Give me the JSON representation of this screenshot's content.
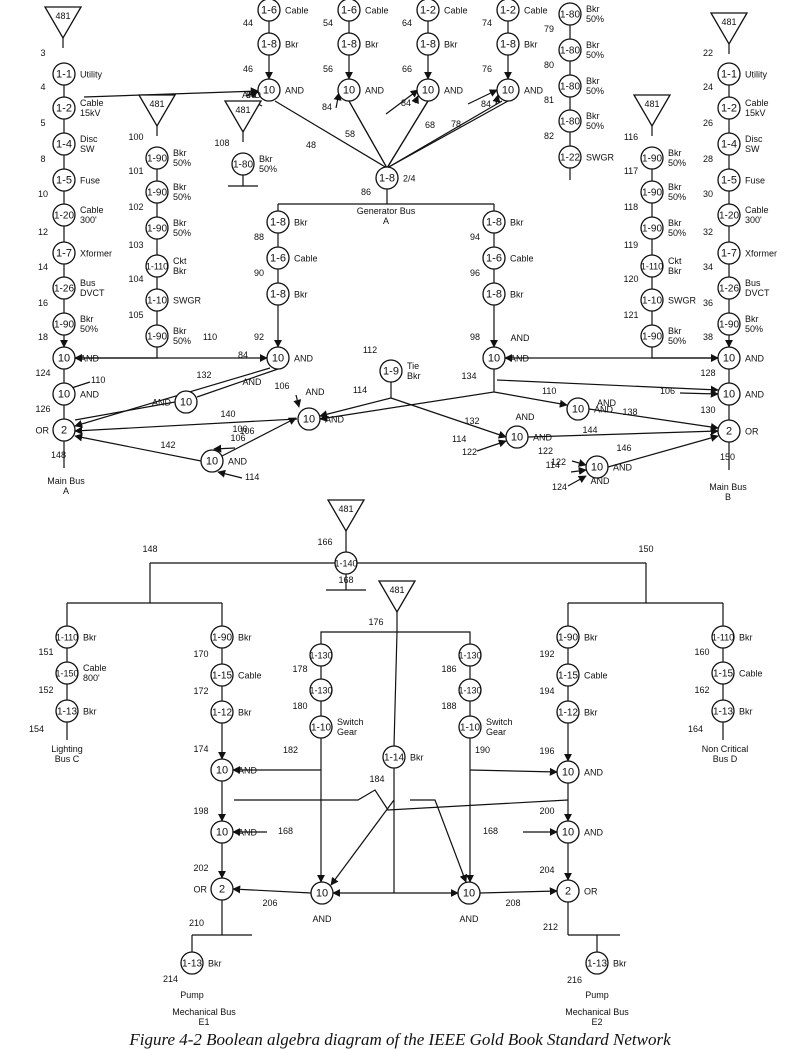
{
  "caption": "Figure 4-2   Boolean algebra diagram of the IEEE Gold Book Standard Network",
  "sources": [
    "481",
    "481",
    "481",
    "481",
    "481",
    "481",
    "481"
  ],
  "nodes": [
    {
      "id": "a1",
      "code": "1-1",
      "label": "Utility",
      "num": "3"
    },
    {
      "id": "a2",
      "code": "1-2",
      "label": "Cable\n15kV",
      "num": "4"
    },
    {
      "id": "a3",
      "code": "1-4",
      "label": "Disc\nSW",
      "num": "5"
    },
    {
      "id": "a4",
      "code": "1-5",
      "label": "Fuse",
      "num": "8"
    },
    {
      "id": "a5",
      "code": "1-20",
      "label": "Cable\n300'",
      "num": "10"
    },
    {
      "id": "a6",
      "code": "1-7",
      "label": "Xformer",
      "num": "12"
    },
    {
      "id": "a7",
      "code": "1-26",
      "label": "Bus\nDVCT",
      "num": "14"
    },
    {
      "id": "a8",
      "code": "1-90",
      "label": "Bkr\n50%",
      "num": "16"
    },
    {
      "id": "a9",
      "code": "10",
      "label": "AND",
      "num": "18"
    },
    {
      "id": "a10",
      "code": "10",
      "label": "AND",
      "num": "124"
    },
    {
      "id": "a11",
      "code": "2",
      "label": "OR",
      "num": "126"
    },
    {
      "id": "b1",
      "code": "1-90",
      "label": "Bkr\n50%",
      "num": "100"
    },
    {
      "id": "b2",
      "code": "1-90",
      "label": "Bkr\n50%",
      "num": "101"
    },
    {
      "id": "b3",
      "code": "1-90",
      "label": "Bkr\n50%",
      "num": "102"
    },
    {
      "id": "b4",
      "code": "1-110",
      "label": "Ckt\nBkr",
      "num": "103"
    },
    {
      "id": "b5",
      "code": "1-10",
      "label": "SWGR",
      "num": "104"
    },
    {
      "id": "b6",
      "code": "1-90",
      "label": "Bkr\n50%",
      "num": "105"
    },
    {
      "id": "c1",
      "code": "1-80",
      "label": "Bkr\n50%",
      "num": "108"
    },
    {
      "id": "g1a",
      "code": "1-6",
      "label": "Cable",
      "num": ""
    },
    {
      "id": "g1b",
      "code": "1-8",
      "label": "Bkr",
      "num": "44"
    },
    {
      "id": "g1c",
      "code": "10",
      "label": "AND",
      "num": "46"
    },
    {
      "id": "g2a",
      "code": "1-6",
      "label": "Cable",
      "num": ""
    },
    {
      "id": "g2b",
      "code": "1-8",
      "label": "Bkr",
      "num": "54"
    },
    {
      "id": "g2c",
      "code": "10",
      "label": "AND",
      "num": "56"
    },
    {
      "id": "g3a",
      "code": "1-2",
      "label": "Cable",
      "num": ""
    },
    {
      "id": "g3b",
      "code": "1-8",
      "label": "Bkr",
      "num": "64"
    },
    {
      "id": "g3c",
      "code": "10",
      "label": "AND",
      "num": "66"
    },
    {
      "id": "g4a",
      "code": "1-2",
      "label": "Cable",
      "num": ""
    },
    {
      "id": "g4b",
      "code": "1-8",
      "label": "Bkr",
      "num": "74"
    },
    {
      "id": "g4c",
      "code": "10",
      "label": "AND",
      "num": "76"
    },
    {
      "id": "h1",
      "code": "1-80",
      "label": "Bkr\n50%",
      "num": ""
    },
    {
      "id": "h2",
      "code": "1-80",
      "label": "Bkr\n50%",
      "num": "79"
    },
    {
      "id": "h3",
      "code": "1-80",
      "label": "Bkr\n50%",
      "num": "80"
    },
    {
      "id": "h4",
      "code": "1-80",
      "label": "Bkr\n50%",
      "num": "81"
    },
    {
      "id": "h5",
      "code": "1-22",
      "label": "SWGR",
      "num": "82"
    },
    {
      "id": "gen",
      "code": "1-8",
      "label": "2/4",
      "num": ""
    },
    {
      "id": "k1",
      "code": "1-8",
      "label": "Bkr",
      "num": ""
    },
    {
      "id": "k2",
      "code": "1-6",
      "label": "Cable",
      "num": "88"
    },
    {
      "id": "k3",
      "code": "1-8",
      "label": "Bkr",
      "num": "90"
    },
    {
      "id": "k4",
      "code": "10",
      "label": "AND",
      "num": "92"
    },
    {
      "id": "m1",
      "code": "1-8",
      "label": "Bkr",
      "num": ""
    },
    {
      "id": "m2",
      "code": "1-6",
      "label": "Cable",
      "num": "94"
    },
    {
      "id": "m3",
      "code": "1-8",
      "label": "Bkr",
      "num": "96"
    },
    {
      "id": "m4",
      "code": "10",
      "label": "AND",
      "num": "98"
    },
    {
      "id": "tie",
      "code": "1-9",
      "label": "Tie\nBkr",
      "num": "112"
    },
    {
      "id": "p1",
      "code": "1-90",
      "label": "Bkr\n50%",
      "num": "116"
    },
    {
      "id": "p2",
      "code": "1-90",
      "label": "Bkr\n50%",
      "num": "117"
    },
    {
      "id": "p3",
      "code": "1-90",
      "label": "Bkr\n50%",
      "num": "118"
    },
    {
      "id": "p4",
      "code": "1-110",
      "label": "Ckt\nBkr",
      "num": "119"
    },
    {
      "id": "p5",
      "code": "1-10",
      "label": "SWGR",
      "num": "120"
    },
    {
      "id": "p6",
      "code": "1-90",
      "label": "Bkr\n50%",
      "num": "121"
    },
    {
      "id": "r1",
      "code": "1-1",
      "label": "Utility",
      "num": "22"
    },
    {
      "id": "r2",
      "code": "1-2",
      "label": "Cable\n15kV",
      "num": "24"
    },
    {
      "id": "r3",
      "code": "1-4",
      "label": "Disc\nSW",
      "num": "26"
    },
    {
      "id": "r4",
      "code": "1-5",
      "label": "Fuse",
      "num": "28"
    },
    {
      "id": "r5",
      "code": "1-20",
      "label": "Cable\n300'",
      "num": "30"
    },
    {
      "id": "r6",
      "code": "1-7",
      "label": "Xformer",
      "num": "32"
    },
    {
      "id": "r7",
      "code": "1-26",
      "label": "Bus\nDVCT",
      "num": "34"
    },
    {
      "id": "r8",
      "code": "1-90",
      "label": "Bkr\n50%",
      "num": "36"
    },
    {
      "id": "r9",
      "code": "10",
      "label": "AND",
      "num": "38"
    },
    {
      "id": "r10",
      "code": "10",
      "label": "AND",
      "num": "128"
    },
    {
      "id": "r11",
      "code": "2",
      "label": "OR",
      "num": "130"
    },
    {
      "id": "s1",
      "code": "10",
      "label": "AND",
      "num": ""
    },
    {
      "id": "s2",
      "code": "10",
      "label": "AND",
      "num": ""
    },
    {
      "id": "s3",
      "code": "10",
      "label": "AND",
      "num": ""
    },
    {
      "id": "s4",
      "code": "10",
      "label": "AND",
      "num": ""
    },
    {
      "id": "s5",
      "code": "10",
      "label": "AND",
      "num": ""
    },
    {
      "id": "s6",
      "code": "10",
      "label": "AND",
      "num": ""
    },
    {
      "id": "t1",
      "code": "1-140",
      "label": "",
      "num": "166"
    },
    {
      "id": "L1",
      "code": "1-110",
      "label": "Bkr",
      "num": ""
    },
    {
      "id": "L2",
      "code": "1-150",
      "label": "Cable\n800'",
      "num": "151"
    },
    {
      "id": "L3",
      "code": "1-13",
      "label": "Bkr",
      "num": "152"
    },
    {
      "id": "E1a",
      "code": "1-90",
      "label": "Bkr",
      "num": ""
    },
    {
      "id": "E1b",
      "code": "1-15",
      "label": "Cable",
      "num": "170"
    },
    {
      "id": "E1c",
      "code": "1-12",
      "label": "Bkr",
      "num": "172"
    },
    {
      "id": "E1d",
      "code": "10",
      "label": "AND",
      "num": "174"
    },
    {
      "id": "E1e",
      "code": "10",
      "label": "AND",
      "num": "198"
    },
    {
      "id": "E1f",
      "code": "2",
      "label": "OR",
      "num": "202"
    },
    {
      "id": "E1g",
      "code": "1-13",
      "label": "Bkr",
      "num": ""
    },
    {
      "id": "S1a",
      "code": "1-130",
      "label": "",
      "num": ""
    },
    {
      "id": "S1b",
      "code": "1-130",
      "label": "",
      "num": "178"
    },
    {
      "id": "S1c",
      "code": "1-10",
      "label": "Switch\nGear",
      "num": "180"
    },
    {
      "id": "mid",
      "code": "1-14",
      "label": "Bkr",
      "num": ""
    },
    {
      "id": "S2a",
      "code": "1-130",
      "label": "",
      "num": ""
    },
    {
      "id": "S2b",
      "code": "1-130",
      "label": "",
      "num": "186"
    },
    {
      "id": "S2c",
      "code": "1-10",
      "label": "Switch\nGear",
      "num": "188"
    },
    {
      "id": "E2a",
      "code": "1-90",
      "label": "Bkr",
      "num": ""
    },
    {
      "id": "E2b",
      "code": "1-15",
      "label": "Cable",
      "num": "192"
    },
    {
      "id": "E2c",
      "code": "1-12",
      "label": "Bkr",
      "num": "194"
    },
    {
      "id": "E2d",
      "code": "10",
      "label": "AND",
      "num": "196"
    },
    {
      "id": "E2e",
      "code": "10",
      "label": "AND",
      "num": "200"
    },
    {
      "id": "E2f",
      "code": "2",
      "label": "OR",
      "num": "204"
    },
    {
      "id": "E2g",
      "code": "1-13",
      "label": "Bkr",
      "num": ""
    },
    {
      "id": "D1",
      "code": "1-110",
      "label": "Bkr",
      "num": ""
    },
    {
      "id": "D2",
      "code": "1-15",
      "label": "Cable",
      "num": "160"
    },
    {
      "id": "D3",
      "code": "1-13",
      "label": "Bkr",
      "num": "162"
    },
    {
      "id": "A1",
      "code": "10",
      "label": "",
      "num": ""
    },
    {
      "id": "A2",
      "code": "10",
      "label": "",
      "num": ""
    }
  ],
  "labels": [
    "148",
    "Main Bus\nA",
    "150",
    "Main Bus\nB",
    "Generator Bus\nA",
    "86",
    "84",
    "84",
    "84",
    "84",
    "48",
    "58",
    "68",
    "78",
    "110",
    "110",
    "110",
    "106",
    "106",
    "106",
    "106",
    "106",
    "132",
    "132",
    "140",
    "142",
    "114",
    "114",
    "114",
    "114",
    "134",
    "138",
    "144",
    "146",
    "122",
    "122",
    "122",
    "124",
    "AND",
    "AND",
    "AND",
    "AND",
    "AND",
    "AND",
    "AND",
    "84",
    "148",
    "150",
    "168",
    "176",
    "154",
    "Lighting\nBus C",
    "164",
    "Non Critical\nBus D",
    "182",
    "184",
    "190",
    "168",
    "168",
    "206",
    "208",
    "210",
    "212",
    "214",
    "216",
    "Pump",
    "Pump",
    "Mechanical Bus\nE1",
    "Mechanical Bus\nE2",
    "AND",
    "AND"
  ]
}
